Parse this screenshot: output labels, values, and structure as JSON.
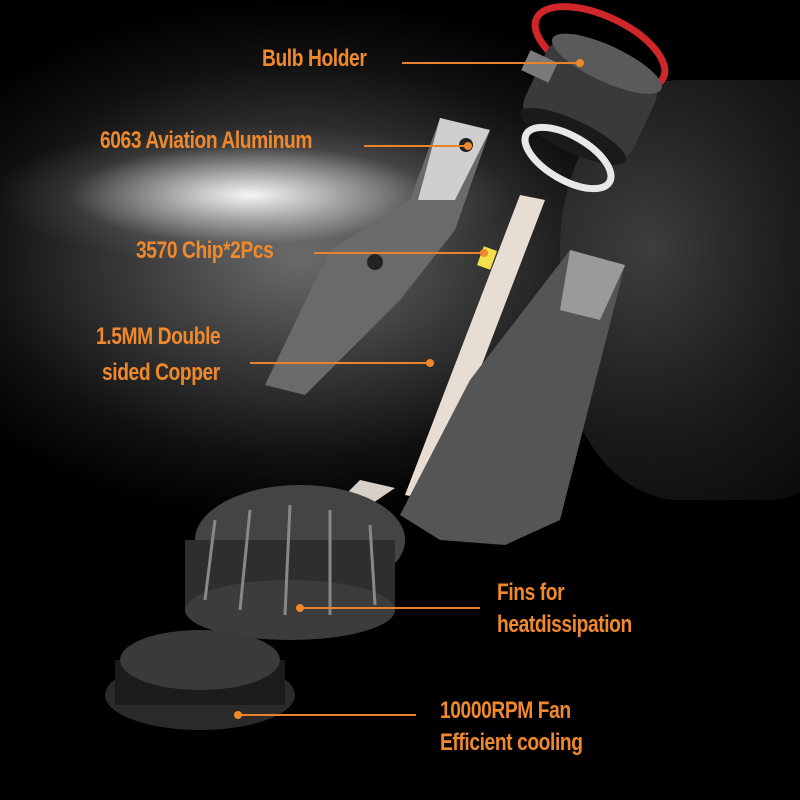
{
  "image": {
    "description": "Exploded view of an LED headlight bulb with orange callout labels on a dark background",
    "accent_color": "#f0892c",
    "background_color": "#000000"
  },
  "callouts": [
    {
      "id": "bulb-holder",
      "text": "Bulb Holder"
    },
    {
      "id": "aluminum",
      "text": "6063 Aviation Aluminum"
    },
    {
      "id": "chip",
      "text": "3570 Chip*2Pcs"
    },
    {
      "id": "copper",
      "line1": "1.5MM Double",
      "line2": "sided Copper"
    },
    {
      "id": "fins",
      "line1": "Fins for",
      "line2": "heatdissipation"
    },
    {
      "id": "fan",
      "line1": "10000RPM Fan",
      "line2": "Efficient cooling"
    }
  ]
}
